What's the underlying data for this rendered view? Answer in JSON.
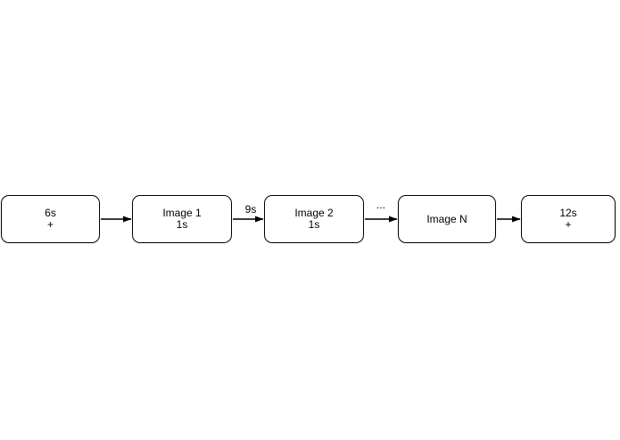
{
  "diagram": {
    "type": "flowchart",
    "nodes": [
      {
        "id": "start",
        "line1": "6s",
        "line2": "+"
      },
      {
        "id": "image-1",
        "line1": "Image 1",
        "line2": "1s"
      },
      {
        "id": "image-2",
        "line1": "Image 2",
        "line2": "1s"
      },
      {
        "id": "image-n",
        "line1": "Image N",
        "line2": ""
      },
      {
        "id": "end",
        "line1": "12s",
        "line2": "+"
      }
    ],
    "edges": [
      {
        "from": "start",
        "to": "image-1",
        "label": ""
      },
      {
        "from": "image-1",
        "to": "image-2",
        "label": "9s"
      },
      {
        "from": "image-2",
        "to": "image-n",
        "label": "..."
      },
      {
        "from": "image-n",
        "to": "end",
        "label": ""
      }
    ],
    "colors": {
      "background": "#ffffff",
      "node_fill": "#ffffff",
      "node_border": "#000000",
      "text": "#000000",
      "arrow_line": "#3b3b3b",
      "arrow_head": "#000000"
    }
  }
}
